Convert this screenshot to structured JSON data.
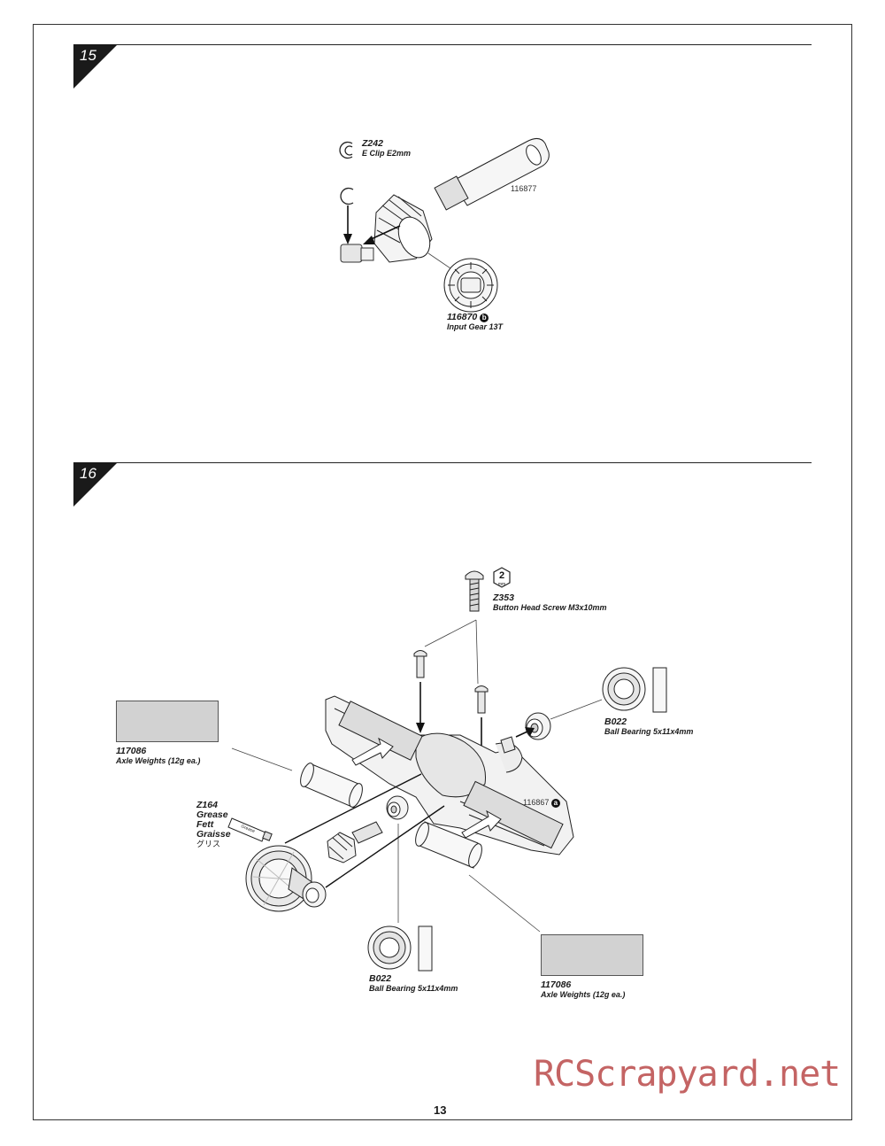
{
  "step15": {
    "number": "15",
    "z242": {
      "part": "Z242",
      "desc": "E Clip E2mm"
    },
    "shaft": {
      "part": "116877"
    },
    "gear": {
      "part": "116870",
      "badge": "b",
      "desc": "Input Gear 13T"
    }
  },
  "step16": {
    "number": "16",
    "screw": {
      "part": "Z353",
      "desc": "Button Head Screw M3x10mm",
      "tool": "2",
      "tool_unit": "mm"
    },
    "bearing_right": {
      "part": "B022",
      "desc": "Ball Bearing 5x11x4mm"
    },
    "weights_left": {
      "part": "117086",
      "desc": "Axle Weights (12g ea.)"
    },
    "housing": {
      "part": "116867",
      "badge": "a"
    },
    "grease": {
      "part": "Z164",
      "line1": "Grease",
      "line2": "Fett",
      "line3": "Graisse",
      "line4": "グリス",
      "tube_text": "Grease"
    },
    "bearing_bottom": {
      "part": "B022",
      "desc": "Ball Bearing 5x11x4mm"
    },
    "weights_right": {
      "part": "117086",
      "desc": "Axle Weights (12g ea.)"
    }
  },
  "page": {
    "number": "13"
  },
  "watermark": {
    "text": "RCScrapyard.net"
  },
  "colors": {
    "swatch": "#d2d2d2",
    "watermark": "#c46464",
    "line": "#222222"
  }
}
